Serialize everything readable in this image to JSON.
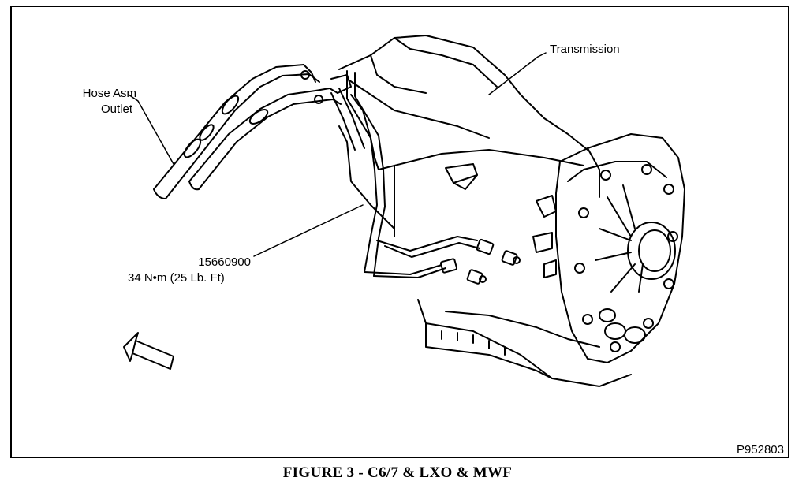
{
  "labels": {
    "transmission": "Transmission",
    "hose_line1": "Hose Asm",
    "hose_line2": "Outlet",
    "part_number": "15660900",
    "torque": "34 N•m (25 Lb. Ft)"
  },
  "figure_id": "P952803",
  "caption": "FIGURE 3 - C6/7 & LXO & MWF",
  "colors": {
    "ink": "#000000",
    "paper": "#ffffff"
  },
  "icons": {
    "direction_arrow": "front-arrow-icon"
  }
}
